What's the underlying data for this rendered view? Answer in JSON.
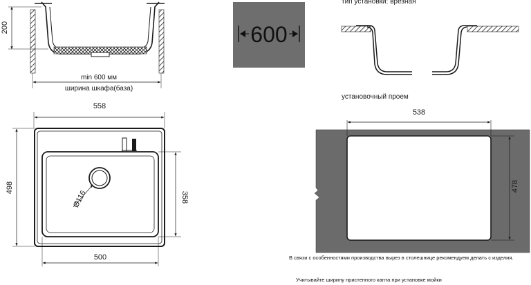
{
  "colors": {
    "line": "#1a1a1a",
    "sink_fill": "#ffffff",
    "countertop": "#6b6b6b",
    "badge": "#6e6e6e",
    "hatch": "#1a1a1a"
  },
  "side_view": {
    "height_label": "200",
    "width_label": "min 600 мм",
    "cabinet_label": "ширина шкафа(база)"
  },
  "top_view": {
    "overall_width": "558",
    "overall_height": "498",
    "bowl_width": "500",
    "bowl_depth": "358",
    "drain_label": "Ø116"
  },
  "badge": {
    "value": "600",
    "icon": "double-arrow-icon"
  },
  "installation": {
    "type_label": "тип установки: врезная"
  },
  "cutout": {
    "title": "установочный проем",
    "width": "538",
    "height": "478"
  },
  "notes": {
    "cutout_note": "В связи с особенностями производства вырез в столешнице рекомендуем делать с изделия.",
    "edge_note": "Учитывайте ширину пристенного канта при установке мойки"
  }
}
